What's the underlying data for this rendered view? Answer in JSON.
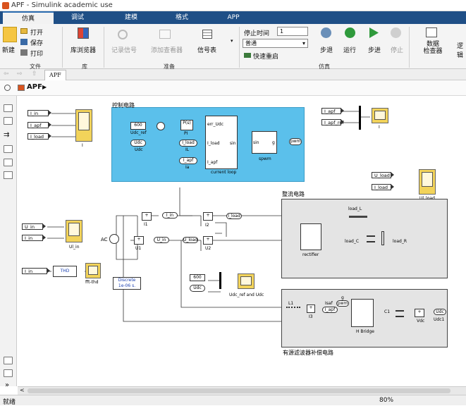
{
  "window": {
    "title": "APF - Simulink academic use"
  },
  "tabs": [
    {
      "label": "仿真"
    },
    {
      "label": "调试"
    },
    {
      "label": "建模"
    },
    {
      "label": "格式"
    },
    {
      "label": "APP"
    }
  ],
  "ribbon": {
    "file": {
      "new": "新建",
      "open": "打开",
      "save": "保存",
      "print": "打印",
      "group": "文件"
    },
    "library": {
      "browser": "库浏览器",
      "group": "库"
    },
    "prepare": {
      "log_signals": "记录信号",
      "add_viewer": "添加查看器",
      "signal_table": "信号表",
      "group": "准备"
    },
    "simulate": {
      "stop_time_label": "停止时间",
      "stop_time_value": "1",
      "mode_value": "普通",
      "fast_restart": "快速重启",
      "step_back": "步退",
      "run": "运行",
      "step_forward": "步进",
      "stop": "停止",
      "group": "仿真"
    },
    "review": {
      "data_inspector": "数据\n检查器",
      "logic": "逻辑"
    }
  },
  "address": {
    "model_tab": "APF"
  },
  "breadcrumb": {
    "model": "APF"
  },
  "status": {
    "left": "就绪",
    "zoom": "80%"
  },
  "canvas": {
    "control_title": "控制电路",
    "rectifier_title": "整流电路",
    "apf_title": "有源滤波器补偿电路",
    "tags": {
      "i_in": "I_in",
      "i_apf": "I_apf",
      "i_load": "I_load",
      "u_in": "U_in",
      "i_apf_ref": "I_apf_ref",
      "u_load": "U_load",
      "udc": "Udc",
      "pwm": "pwm",
      "isaf": "Isaf",
      "g": "g",
      "i_load2": "I_load",
      "u_load2": "U_load",
      "i_in2": "I_in",
      "u_in2": "U_in"
    },
    "blocks": {
      "const600": "600",
      "udc_ref": "Udc_ref",
      "udc_src": "Udc",
      "udc_src_lbl": "Udc",
      "pi": "P(s)",
      "pi_lbl": "PI",
      "il": "I_load",
      "il_lbl": "IL",
      "ia": "I_apf",
      "ia_lbl": "Ia",
      "cl_in1": "err_Udc",
      "cl_in2": "I_load",
      "cl_in3": "I_apf",
      "cl_out": "sin",
      "cl_lbl": "current loop",
      "spwm_in": "sin",
      "spwm_out": "g",
      "spwm_lbl": "spwm",
      "pwm_out": "pwm",
      "scope_i": "I",
      "scope_apf": "I",
      "scope_ul": "Ul_load",
      "scope_uin": "Ul_in",
      "scope_thd": "fft-thd",
      "thd": "THD",
      "discrete": "Discrete\n1e-06 s.",
      "ac": "AC",
      "i1": "I1",
      "u1": "U1",
      "i2": "I2",
      "u2": "U2",
      "i3": "I3",
      "load_l": "load_L",
      "load_c": "load_C",
      "load_r": "load_R",
      "rectifier": "rectifier",
      "const600b": "600",
      "udc_b": "Udc",
      "mux_lbl": "Udc_ref and Udc",
      "l1": "L1",
      "hbridge": "H Bridge",
      "c1": "C1",
      "vdc": "Vdc",
      "udc1": "Udc1",
      "udc_out": "Udc",
      "plus": "+"
    }
  }
}
